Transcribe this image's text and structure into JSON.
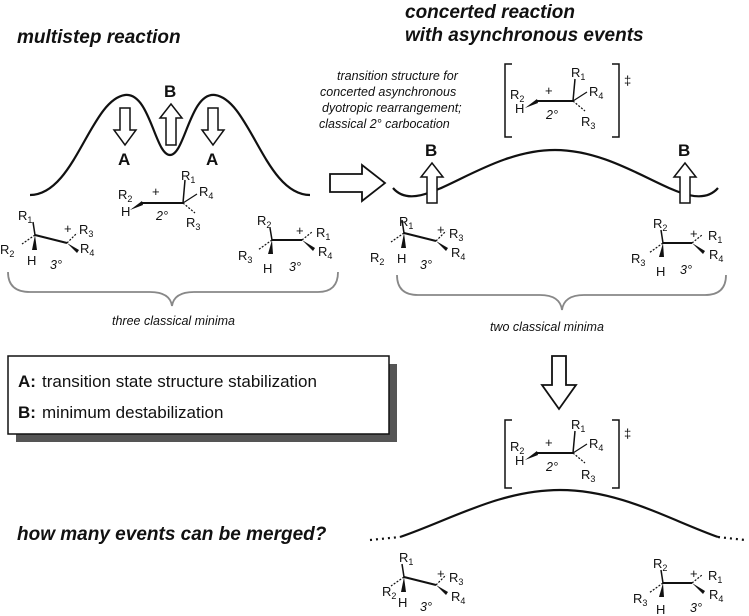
{
  "headers": {
    "multistep": "multistep reaction",
    "concerted_line1": "concerted reaction",
    "concerted_line2": "with asynchronous events",
    "question": "how many events can be merged?"
  },
  "ts_caption": [
    "transition structure for",
    "concerted asynchronous",
    "dyotropic rearrangement;",
    "classical 2° carbocation"
  ],
  "labels": {
    "three_minima": "three classical minima",
    "two_minima": "two classical minima",
    "arrow_a": "A",
    "arrow_b": "B",
    "ts_mark": "‡",
    "deg2": "2°",
    "deg3": "3°",
    "H": "H",
    "plus": "+"
  },
  "legend": {
    "a_key": "A:",
    "a_text": "transition state structure stabilization",
    "b_key": "B:",
    "b_text": "minimum destabilization"
  },
  "substituents": {
    "R1": [
      "R",
      "1"
    ],
    "R2": [
      "R",
      "2"
    ],
    "R3": [
      "R",
      "3"
    ],
    "R4": [
      "R",
      "4"
    ]
  }
}
